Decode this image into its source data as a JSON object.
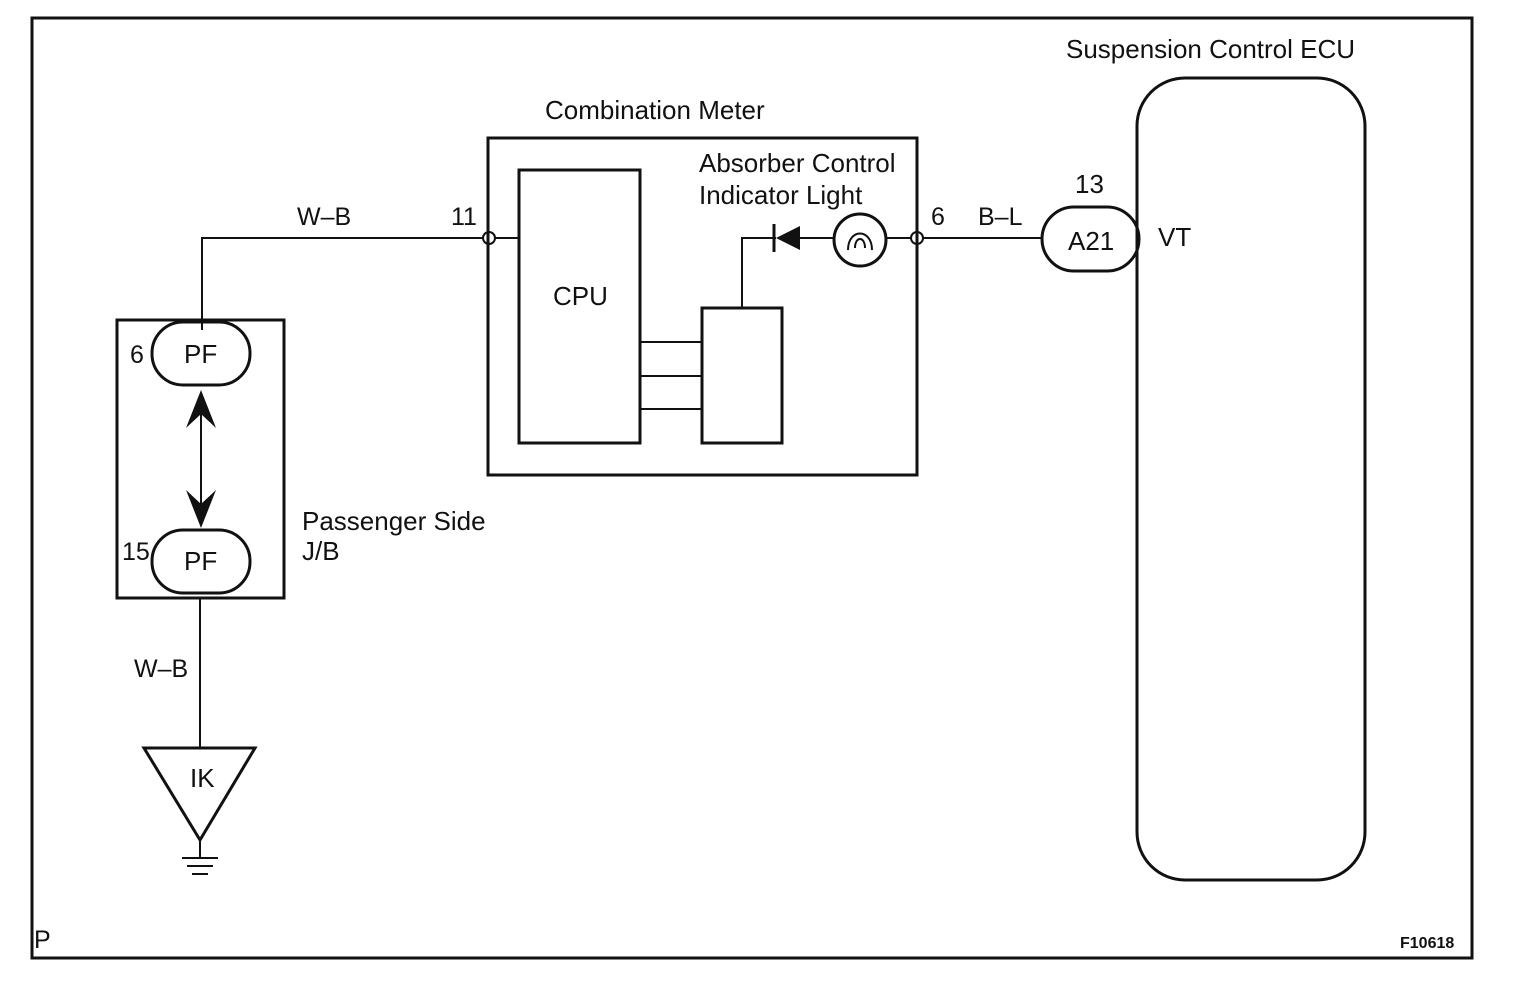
{
  "diagram": {
    "ecu_title": "Suspension Control ECU",
    "meter_title": "Combination Meter",
    "indicator_label_line1": "Absorber Control",
    "indicator_label_line2": "Indicator Light",
    "cpu_label": "CPU",
    "jb_label_line1": "Passenger Side",
    "jb_label_line2": "J/B",
    "wire_top": "W–B",
    "wire_bottom": "W–B",
    "wire_right": "B–L",
    "pin_meter_left": "11",
    "pin_meter_right": "6",
    "pin_jb_top": "6",
    "pin_jb_bottom": "15",
    "connector_jb_top": "PF",
    "connector_jb_bottom": "PF",
    "connector_ecu_pin": "13",
    "connector_ecu": "A21",
    "ecu_terminal": "VT",
    "ground_label": "IK",
    "corner_code": "P",
    "figure_id": "F10618"
  }
}
